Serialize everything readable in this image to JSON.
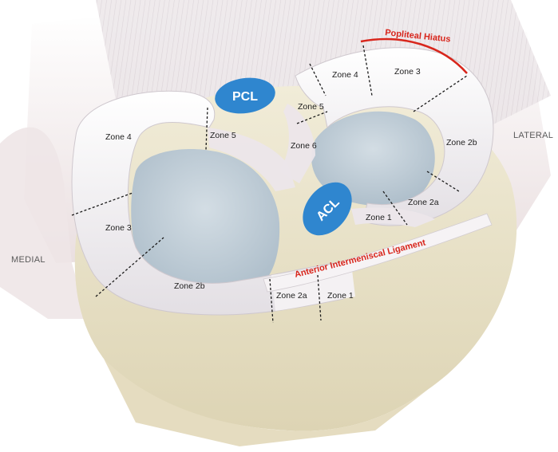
{
  "orientation": {
    "medial": "MEDIAL",
    "lateral": "LATERAL"
  },
  "ligaments": {
    "pcl": "PCL",
    "acl": "ACL"
  },
  "callouts": {
    "popliteal_hiatus": "Popliteal Hiatus",
    "anterior_intermeniscal_ligament": "Anterior Intermeniscal Ligament"
  },
  "zones": {
    "medial": {
      "zone4": "Zone 4",
      "zone5": "Zone 5",
      "zone3": "Zone 3",
      "zone2b": "Zone 2b",
      "zone2a": "Zone 2a",
      "zone1": "Zone 1"
    },
    "lateral": {
      "zone4": "Zone 4",
      "zone3": "Zone 3",
      "zone5": "Zone 5",
      "zone6": "Zone 6",
      "zone2b": "Zone 2b",
      "zone2a": "Zone 2a",
      "zone1": "Zone 1"
    }
  },
  "colors": {
    "callout": "#d8261c",
    "ligament": "#2f86cf"
  }
}
